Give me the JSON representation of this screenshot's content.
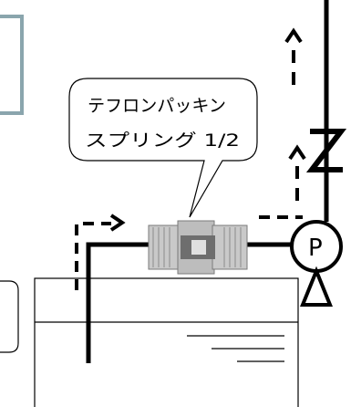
{
  "callout": {
    "line1": "テフロンパッキン",
    "line2": "スプリング 1/2"
  },
  "pump": {
    "label": "P"
  },
  "colors": {
    "stroke": "#000000",
    "panel_border": "#8aa5ad",
    "valve_metal": "#c9c9c9",
    "valve_dark": "#7a7a7a"
  }
}
